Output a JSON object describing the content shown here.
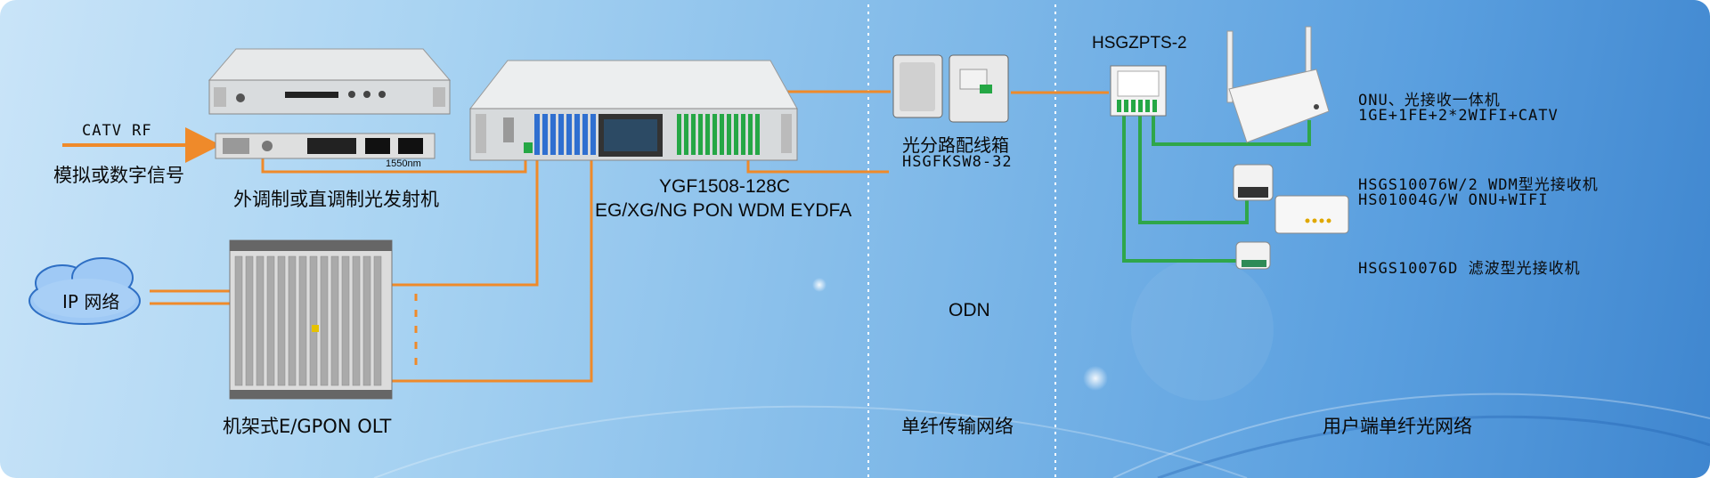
{
  "inputs": {
    "catv_rf": "CATV RF",
    "signal": "模拟或数字信号",
    "ip_network": "IP 网络"
  },
  "devices": {
    "transmitter": {
      "label": "外调制或直调制光发射机",
      "wavelength": "1550nm"
    },
    "olt": {
      "label": "机架式E/GPON OLT"
    },
    "edfa": {
      "model": "YGF1508-128C",
      "desc": "EG/XG/NG PON WDM EYDFA"
    },
    "splitter_box": {
      "label": "光分路配线箱",
      "model": "HSGFKSW8-32"
    },
    "splitter": {
      "model": "HSGZPTS-2"
    },
    "onu_router": {
      "line1": "ONU、光接收一体机",
      "line2": "1GE+1FE+2*2WIFI+CATV"
    },
    "wdm_receiver": {
      "line1": "HSGS10076W/2 WDM型光接收机",
      "line2": "HS01004G/W ONU+WIFI"
    },
    "filter_receiver": {
      "line1": "HSGS10076D 滤波型光接收机"
    }
  },
  "sections": {
    "odn": "ODN",
    "single_fiber": "单纤传输网络",
    "user_side": "用户端单纤光网络"
  },
  "colors": {
    "fiber_orange": "#ef8a2a",
    "fiber_green": "#2fa64a",
    "background": "#7eb8e8"
  }
}
